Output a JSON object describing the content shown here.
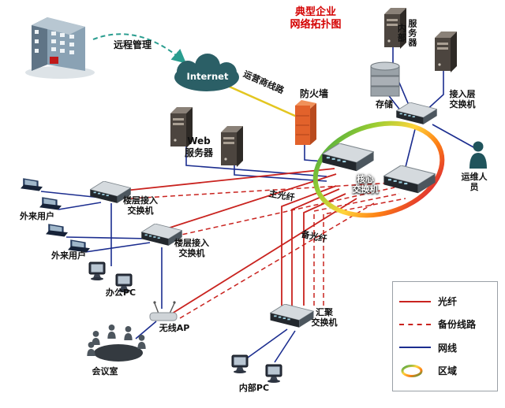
{
  "title": "典型企业\n网络拓扑图",
  "labels": {
    "remote_mgmt": "远程管理",
    "internet": "Internet",
    "carrier_line": "运营商线路",
    "firewall": "防火墙",
    "internal_server": "内部\n服务器",
    "storage": "存储",
    "access_layer_switch": "接入层\n交换机",
    "ops_staff": "运维人员",
    "core_switch": "核心\n交换机",
    "web_server": "Web\n服务器",
    "external_user_a": "外来用户",
    "external_user_b": "外来用户",
    "floor_switch_a": "楼层接入\n交换机",
    "floor_switch_b": "楼层接入\n交换机",
    "main_fiber": "主光纤",
    "backup_fiber": "备光纤",
    "office_pc": "办公PC",
    "wireless_ap": "无线AP",
    "meeting_room": "会议室",
    "aggregation_switch": "汇聚\n交换机",
    "internal_pc": "内部PC"
  },
  "legend": {
    "items": [
      {
        "label": "光纤",
        "style": "fiber-solid-red"
      },
      {
        "label": "备份线路",
        "style": "backup-dashed-red"
      },
      {
        "label": "网线",
        "style": "lan-solid-blue"
      },
      {
        "label": "区域",
        "style": "zone-gradient-ring"
      }
    ]
  },
  "colors": {
    "fiber": "#c9231f",
    "backup_line": "#c9231f",
    "lan": "#1b2d8f",
    "carrier_line": "#e3c620",
    "title_red": "#d40000",
    "remote_arrow_teal": "#2a9d8f"
  }
}
